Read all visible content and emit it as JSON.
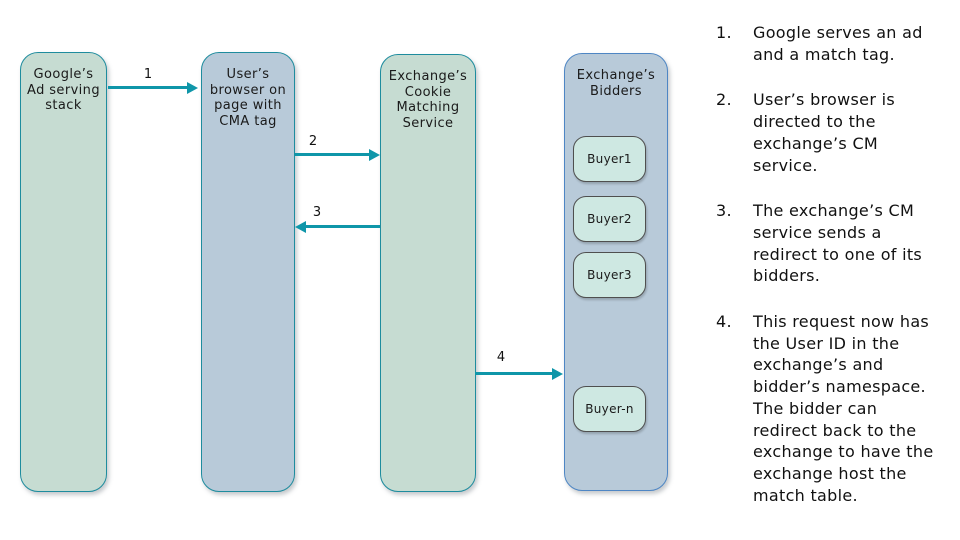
{
  "diagram": {
    "boxes": {
      "google": {
        "label": "Google’s\nAd serving\nstack"
      },
      "browser": {
        "label": "User’s\nbrowser on\npage with\nCMA tag"
      },
      "cm": {
        "label": "Exchange’s\nCookie\nMatching\nService"
      },
      "bidders": {
        "label": "Exchange’s\nBidders"
      }
    },
    "buyers": [
      "Buyer1",
      "Buyer2",
      "Buyer3",
      "Buyer-n"
    ],
    "arrows": [
      {
        "label": "1",
        "from": "google",
        "to": "browser",
        "direction": "right"
      },
      {
        "label": "2",
        "from": "browser",
        "to": "cm",
        "direction": "right"
      },
      {
        "label": "3",
        "from": "cm",
        "to": "browser",
        "direction": "left"
      },
      {
        "label": "4",
        "from": "cm",
        "to": "bidders",
        "direction": "right"
      }
    ]
  },
  "steps": [
    {
      "num": "1.",
      "text": "Google serves an ad\nand a match tag."
    },
    {
      "num": "2.",
      "text": "User’s browser is\ndirected to the\nexchange’s CM\nservice."
    },
    {
      "num": "3.",
      "text": "The exchange’s CM\nservice sends a\nredirect to one of its\nbidders."
    },
    {
      "num": "4.",
      "text": "This request now has\nthe User ID in the\nexchange’s and\nbidder’s namespace.\nThe bidder can\nredirect back to the\nexchange to have the\nexchange host the\nmatch table."
    }
  ],
  "colors": {
    "green_box_fill": "#c6dcd2",
    "blue_box_fill": "#b8cad9",
    "teal_border": "#1e8c9e",
    "bidders_border": "#4e86c4",
    "buyer_chip_fill": "#cee8e2",
    "buyer_chip_border": "#4f4f4f",
    "arrow": "#0f96a9",
    "text": "#1a1a1a",
    "background": "#ffffff"
  }
}
